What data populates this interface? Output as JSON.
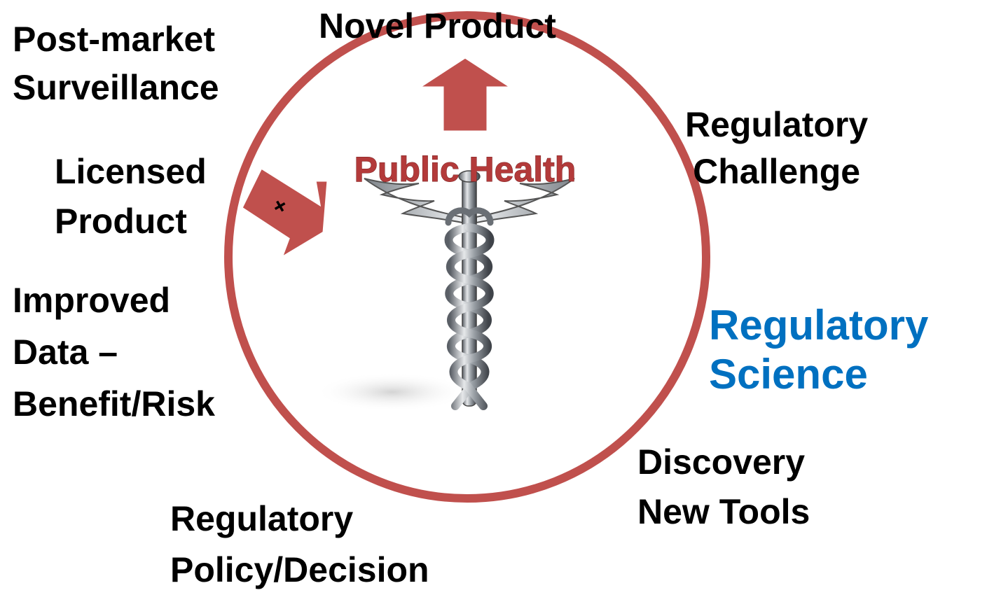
{
  "labels": {
    "post_market": [
      "Post-market",
      "Surveillance"
    ],
    "novel_product": "Novel Product",
    "regulatory_challenge": [
      "Regulatory",
      "Challenge"
    ],
    "licensed_product": [
      "Licensed",
      "Product"
    ],
    "improved_data": [
      "Improved",
      "Data –",
      "Benefit/Risk"
    ],
    "regulatory_science": [
      "Regulatory",
      "Science"
    ],
    "discovery": [
      "Discovery",
      "New Tools"
    ],
    "regulatory_policy": [
      "Regulatory",
      "Policy/Decision"
    ]
  },
  "center": {
    "title": "Public Health",
    "arrow_symbol": "+"
  },
  "colors": {
    "ring": "#c0504d",
    "arrow_fill": "#c0504d",
    "title": "#b33a3a",
    "science": "#0070c0",
    "text": "#000000"
  },
  "icons": {
    "center_image": "caduceus-icon"
  }
}
